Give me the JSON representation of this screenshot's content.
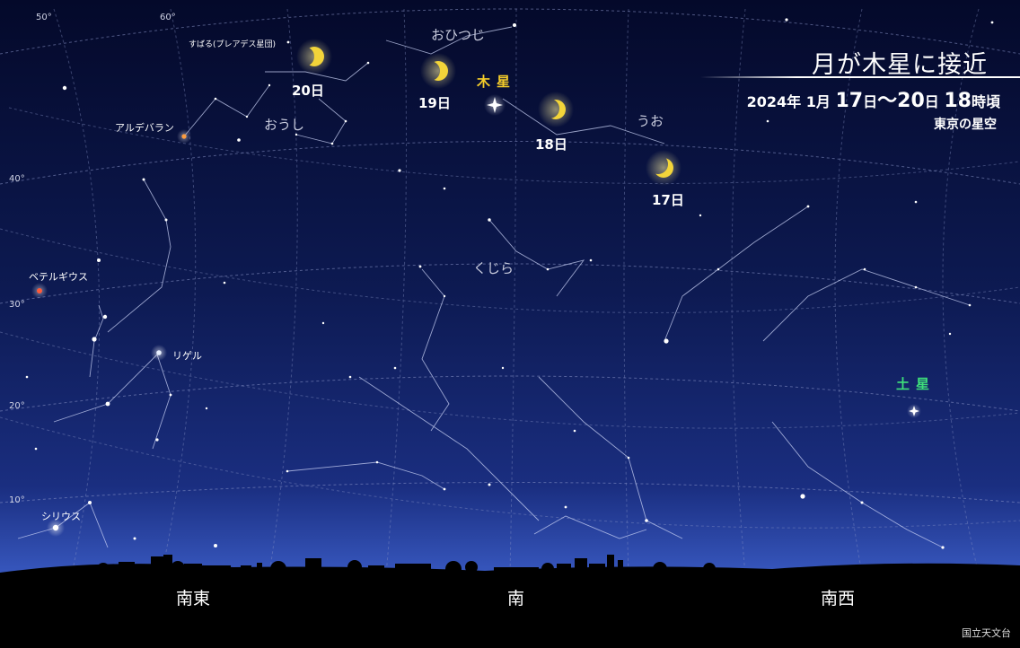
{
  "title": "月が木星に接近",
  "date": {
    "year": "2024年",
    "month": "1月",
    "start_day": "17",
    "d1": "日",
    "tilde": "〜",
    "end_day": "20",
    "d2": "日",
    "hour": "18",
    "time_suffix": "時頃"
  },
  "location": "東京の星空",
  "planets": {
    "jupiter": "木星",
    "saturn": "土星",
    "jupiter_color": "#f5cd2a",
    "saturn_color": "#3ee07a"
  },
  "moon": {
    "color": "#f2d43a",
    "days": [
      "20日",
      "19日",
      "18日",
      "17日"
    ]
  },
  "constellations": {
    "aries": "おひつじ",
    "taurus": "おうし",
    "pisces": "うお",
    "cetus": "くじら"
  },
  "stars": {
    "pleiades": "すばる(プレアデス星団)",
    "aldebaran": "アルデバラン",
    "betelgeuse": "ベテルギウス",
    "rigel": "リゲル",
    "sirius": "シリウス"
  },
  "altitude_labels": [
    "60°",
    "50°",
    "40°",
    "30°",
    "20°",
    "10°"
  ],
  "directions": {
    "southeast": "南東",
    "south": "南",
    "southwest": "南西"
  },
  "credit": "国立天文台",
  "colors": {
    "sky_top": "#04092a",
    "sky_mid": "#0f1e5c",
    "sky_horizon": "#5b7fe0",
    "ground": "#000000",
    "grid": "#8a96c8"
  }
}
